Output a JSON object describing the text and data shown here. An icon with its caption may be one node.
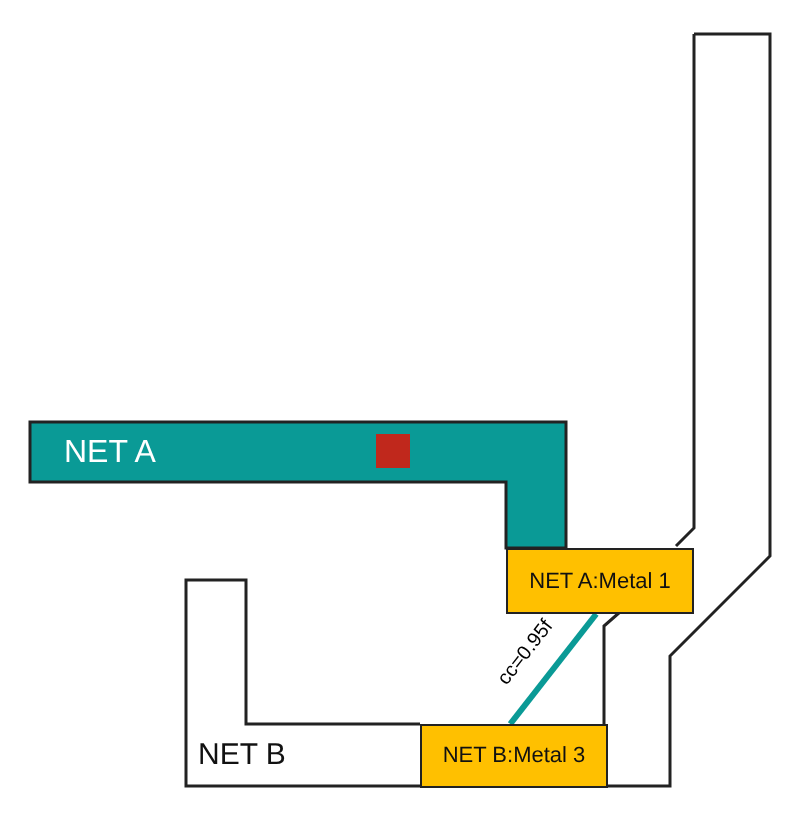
{
  "diagram": {
    "nodes": [
      {
        "text": [
          "NET A"
        ]
      },
      {
        "text": [
          "NET B"
        ]
      },
      {
        "text": [
          "NET A:Metal 1"
        ]
      },
      {
        "text": [
          "NET B:Metal 3"
        ]
      }
    ],
    "edges": [
      {
        "from": 2,
        "to": 3,
        "arrow": "none",
        "label": "cc=0.95f",
        "color": "#0a9a96"
      }
    ]
  }
}
